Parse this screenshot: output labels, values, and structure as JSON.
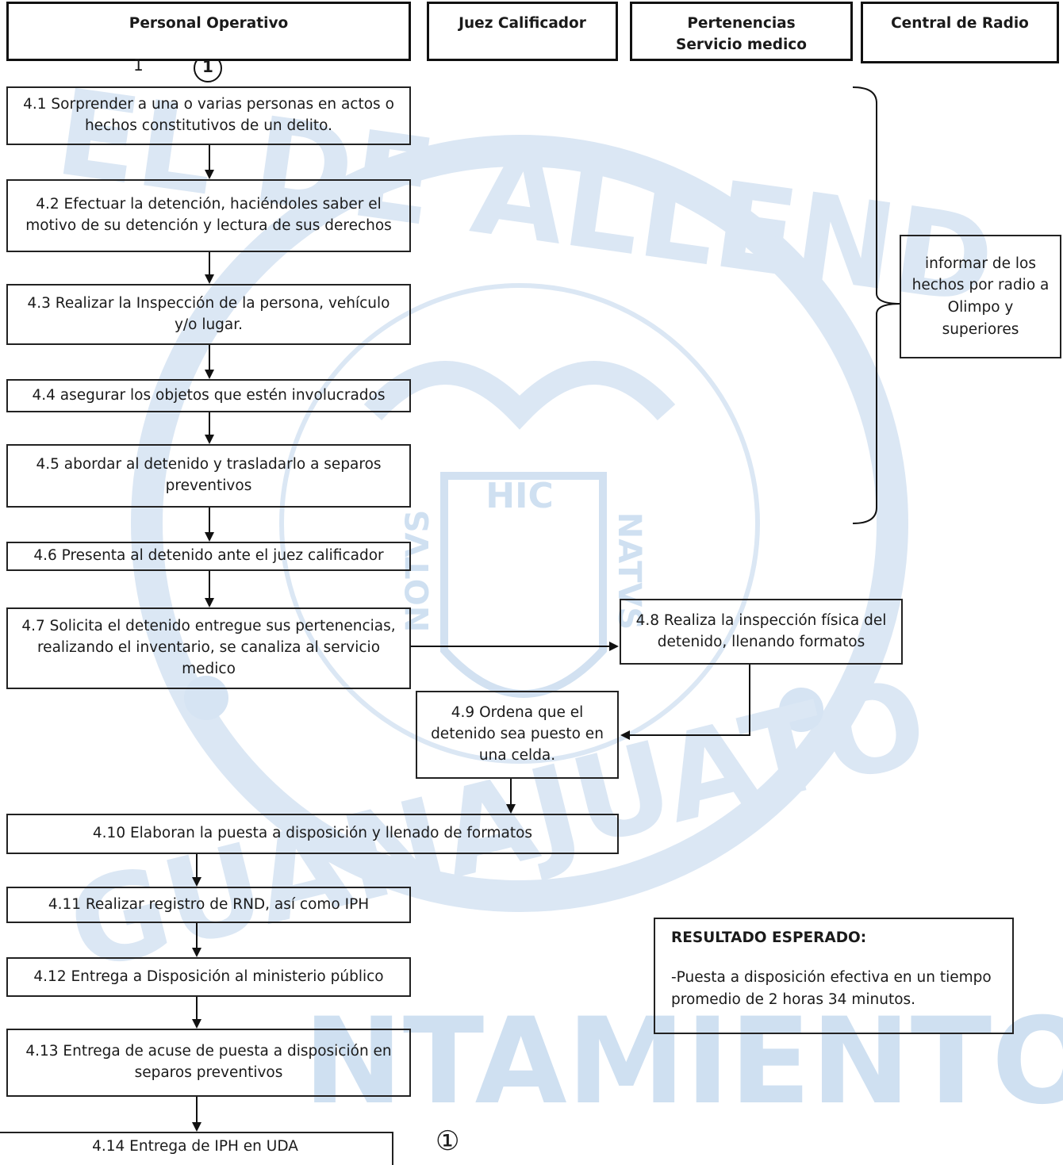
{
  "lanes": {
    "personal": "Personal Operativo",
    "juez": "Juez Calificador",
    "pertenencias": "Pertenencias\nServicio medico",
    "radio": "Central de Radio"
  },
  "markers": {
    "start": "1",
    "tick": "1",
    "end": "①"
  },
  "steps": {
    "s4_1": "4.1   Sorprender a una o varias personas en actos o hechos constitutivos de un delito.",
    "s4_2": "4.2 Efectuar la detención, haciéndoles saber el motivo de su detención y lectura de sus derechos",
    "s4_3": "4.3 Realizar la Inspección de la persona, vehículo y/o lugar.",
    "s4_4": "4.4 asegurar los objetos que estén involucrados",
    "s4_5": "4.5 abordar al detenido y trasladarlo a separos preventivos",
    "s4_6": "4.6 Presenta al detenido ante el juez calificador",
    "s4_7": "4.7 Solicita el detenido entregue sus pertenencias, realizando el inventario, se canaliza al servicio medico",
    "s4_8": "4.8 Realiza la inspección física del detenido, llenando formatos",
    "s4_9": "4.9 Ordena que el detenido sea puesto en una celda.",
    "s4_10": "4.10 Elaboran la puesta a disposición y llenado de formatos",
    "s4_11": "4.11 Realizar registro de RND, así como IPH",
    "s4_12": "4.12 Entrega a Disposición al ministerio público",
    "s4_13": "4.13 Entrega de acuse de puesta a disposición en separos preventivos",
    "s4_14": "4.14 Entrega de IPH en UDA",
    "radio_note": "informar de los hechos por radio a Olimpo y superiores"
  },
  "result": {
    "title": "RESULTADO ESPERADO:",
    "text": "-Puesta a disposición efectiva en un tiempo promedio de 2 horas 34 minutos."
  },
  "watermark": {
    "ring_top": "EL DE ALLEND",
    "ring_bottom": "GUANAJUATO",
    "shield_top": "HIC",
    "shield_left": "NOTVS",
    "shield_right": "NATVS",
    "band": "NTAMIENTO",
    "color": "#c9dbef"
  }
}
